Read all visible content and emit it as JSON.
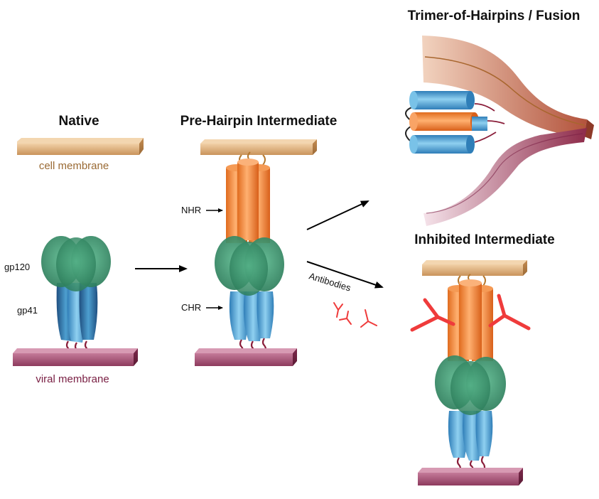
{
  "titles": {
    "native": "Native",
    "prehairpin": "Pre-Hairpin Intermediate",
    "fusion": "Trimer-of-Hairpins / Fusion",
    "inhibited": "Inhibited Intermediate"
  },
  "labels": {
    "cell_membrane": "cell membrane",
    "viral_membrane": "viral membrane",
    "gp120": "gp120",
    "gp41": "gp41",
    "nhr": "NHR",
    "chr": "CHR",
    "antibodies": "Antibodies"
  },
  "colors": {
    "cell_membrane": "#d6a570",
    "cell_membrane_text": "#9a6a34",
    "viral_membrane": "#8f3a5e",
    "viral_membrane_text": "#7a2044",
    "gp120": "#3f9a72",
    "gp41": "#4aa8d6",
    "nhr": "#ef7a2a",
    "antibody": "#ef3b3b"
  }
}
